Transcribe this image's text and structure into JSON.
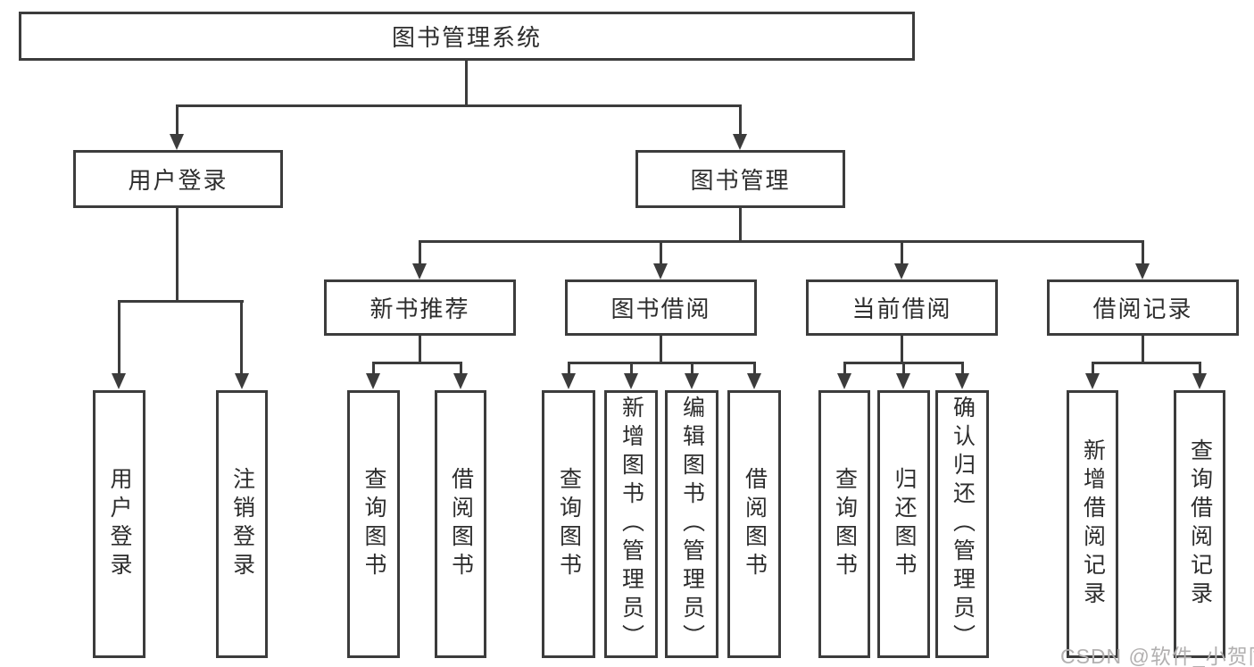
{
  "diagram_type": "hierarchy-tree",
  "colors": {
    "line": "#3c3c3c",
    "text": "#2d2d2d",
    "background": "#ffffff",
    "watermark": "#b2b0b0"
  },
  "tree": {
    "root": "图书管理系统",
    "branches": [
      {
        "label": "用户登录",
        "leaves": [
          "用户登录",
          "注销登录"
        ]
      },
      {
        "label": "图书管理",
        "groups": [
          {
            "label": "新书推荐",
            "leaves": [
              "查询图书",
              "借阅图书"
            ]
          },
          {
            "label": "图书借阅",
            "leaves": [
              "查询图书",
              "新增图书（管理员）",
              "编辑图书（管理员）",
              "借阅图书"
            ]
          },
          {
            "label": "当前借阅",
            "leaves": [
              "查询图书",
              "归还图书",
              "确认归还（管理员）"
            ]
          },
          {
            "label": "借阅记录",
            "leaves": [
              "新增借阅记录",
              "查询借阅记录"
            ]
          }
        ]
      }
    ]
  },
  "watermark": "CSDN @软件_小贺同学"
}
